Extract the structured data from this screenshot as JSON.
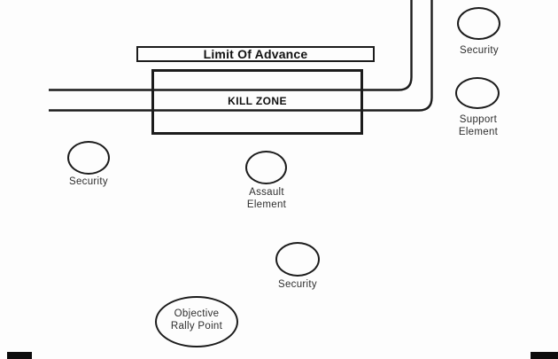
{
  "diagram": {
    "boxes": {
      "limit_of_advance": {
        "label": "Limit Of Advance"
      },
      "kill_zone": {
        "label": "KILL ZONE"
      }
    },
    "units": {
      "security_top_right": {
        "label": "Security"
      },
      "support_element": {
        "label": "Support\nElement"
      },
      "security_left": {
        "label": "Security"
      },
      "assault_element": {
        "label": "Assault\nElement"
      },
      "security_mid": {
        "label": "Security"
      },
      "objective_rally_point": {
        "label": "Objective\nRally Point"
      }
    },
    "colors": {
      "ink": "#1c1c1c",
      "label_ink": "#2e2e2e",
      "background": "#fdfdfd"
    }
  }
}
